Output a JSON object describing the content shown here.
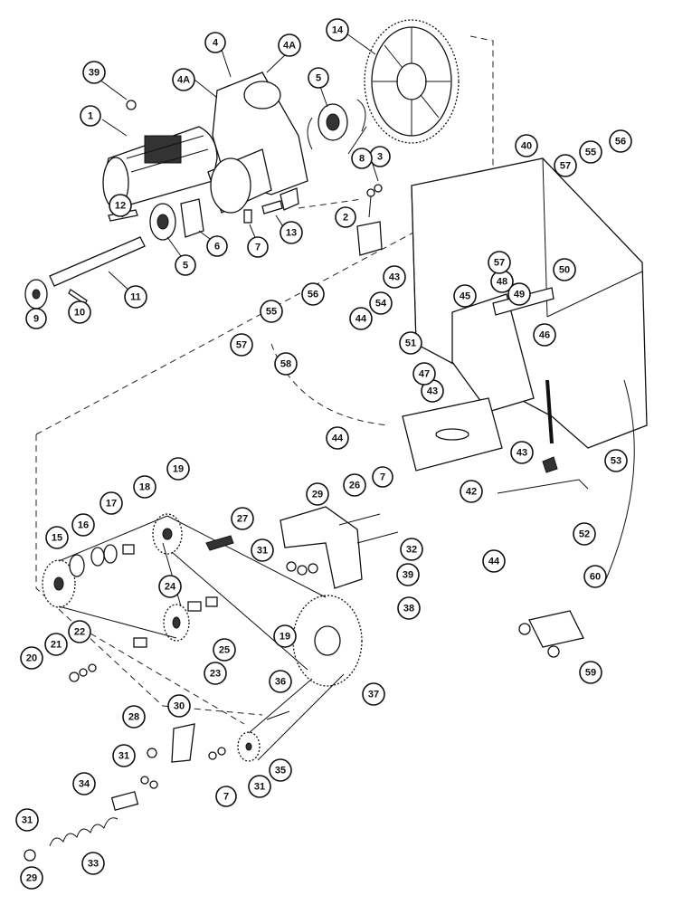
{
  "callouts": [
    "1",
    "2",
    "3",
    "4",
    "4A",
    "4A",
    "5",
    "5",
    "6",
    "7",
    "7",
    "7",
    "8",
    "9",
    "10",
    "11",
    "12",
    "13",
    "14",
    "15",
    "16",
    "17",
    "18",
    "19",
    "19",
    "20",
    "21",
    "22",
    "23",
    "24",
    "25",
    "26",
    "27",
    "28",
    "29",
    "29",
    "30",
    "31",
    "31",
    "31",
    "31",
    "32",
    "33",
    "34",
    "35",
    "36",
    "37",
    "38",
    "39",
    "39",
    "40",
    "42",
    "43",
    "43",
    "43",
    "44",
    "44",
    "44",
    "45",
    "46",
    "47",
    "48",
    "49",
    "50",
    "51",
    "52",
    "53",
    "54",
    "55",
    "55",
    "56",
    "56",
    "57",
    "57",
    "57",
    "58",
    "59",
    "60"
  ]
}
